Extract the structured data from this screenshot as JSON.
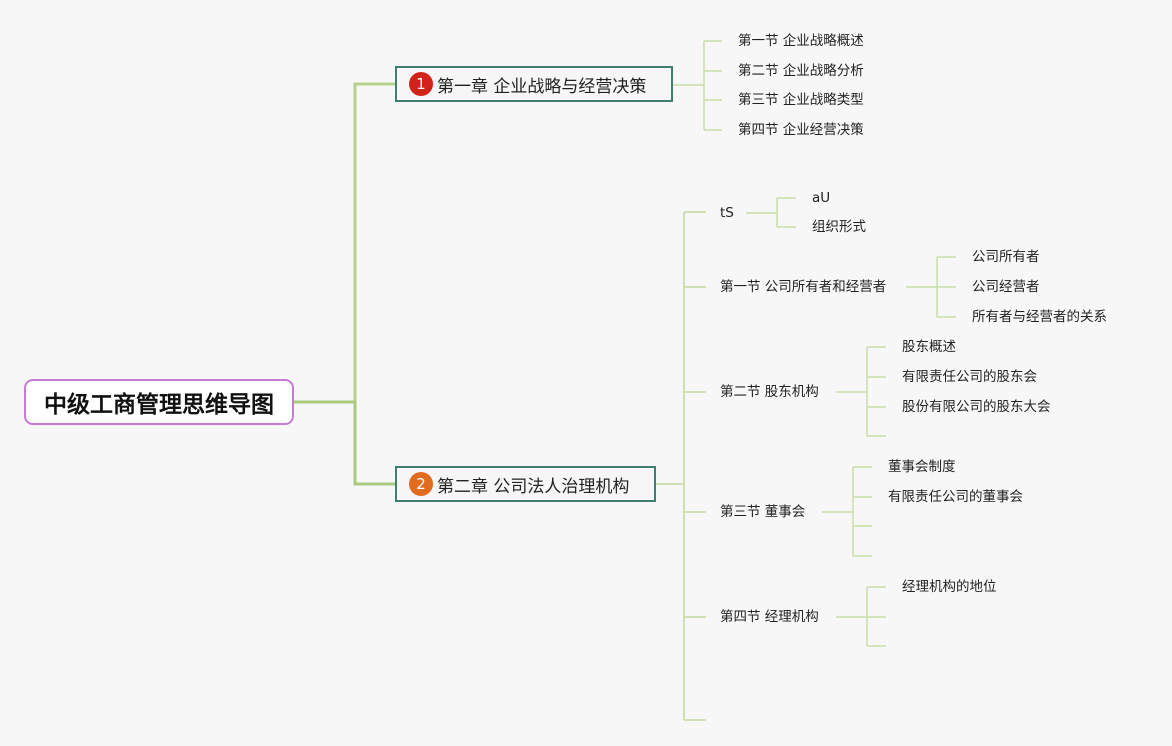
{
  "root": {
    "label": "中级工商管理思维导图"
  },
  "chapters": [
    {
      "badge": "1",
      "label": "第一章 企业战略与经营决策",
      "sections": [
        {
          "label": "第一节 企业战略概述"
        },
        {
          "label": "第二节 企业战略分析"
        },
        {
          "label": "第三节 企业战略类型"
        },
        {
          "label": "第四节 企业经营决策"
        }
      ]
    },
    {
      "badge": "2",
      "label": "第二章 公司法人治理机构",
      "sections": [
        {
          "label": "tS",
          "children": [
            "aU",
            "组织形式"
          ]
        },
        {
          "label": "第一节 公司所有者和经营者",
          "children": [
            "公司所有者",
            "公司经营者",
            "所有者与经营者的关系"
          ]
        },
        {
          "label": "第二节 股东机构",
          "children": [
            "股东概述",
            "有限责任公司的股东会",
            "股份有限公司的股东大会",
            ""
          ]
        },
        {
          "label": "第三节 董事会",
          "children": [
            "董事会制度",
            "有限责任公司的董事会",
            "",
            ""
          ]
        },
        {
          "label": "第四节 经理机构",
          "children": [
            "经理机构的地位",
            "",
            ""
          ]
        },
        {
          "label": ""
        }
      ]
    }
  ],
  "colors": {
    "branch_line": "#b5d18c",
    "leaf_line": "#c9dea8",
    "root_border": "#c77ad6",
    "chapter_border": "#3f7f6f",
    "badge_1": "#d2231a",
    "badge_2": "#e06c1f"
  }
}
